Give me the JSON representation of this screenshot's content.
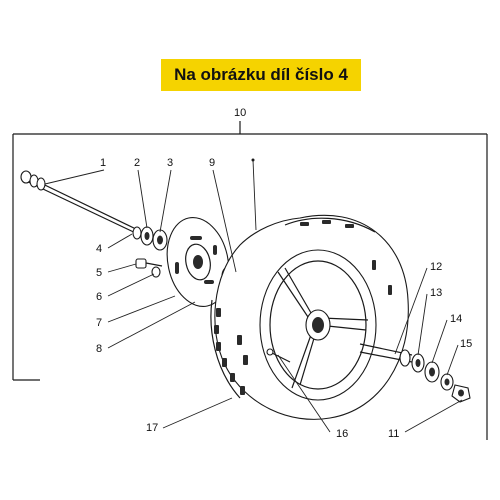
{
  "banner": {
    "text": "Na obrázku díl číslo 4"
  },
  "callouts": {
    "c1": "1",
    "c2": "2",
    "c3": "3",
    "c4": "4",
    "c5": "5",
    "c6": "6",
    "c7": "7",
    "c8": "8",
    "c9": "9",
    "c10": "10",
    "c11": "11",
    "c12": "12",
    "c13": "13",
    "c14": "14",
    "c15": "15",
    "c16": "16",
    "c17": "17"
  },
  "colors": {
    "banner_bg": "#f5d300",
    "ink": "#1a1a1a",
    "background": "#ffffff"
  }
}
